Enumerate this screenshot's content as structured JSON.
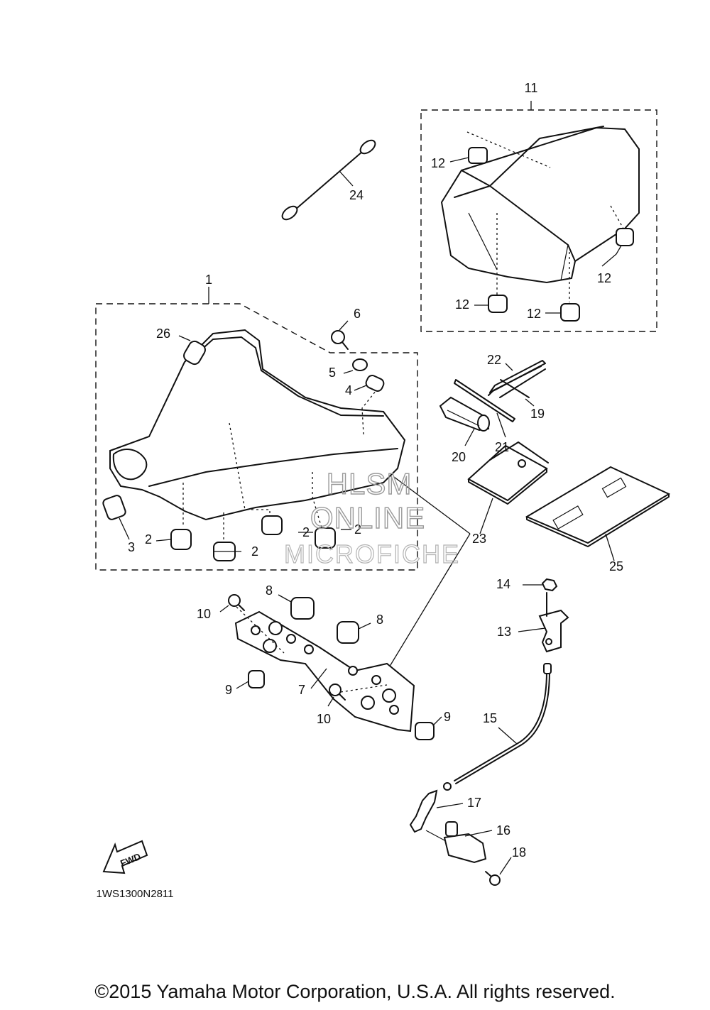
{
  "callouts": {
    "c1": "1",
    "c2a": "2",
    "c2b": "2",
    "c2c": "2",
    "c2d": "2",
    "c3": "3",
    "c4": "4",
    "c5": "5",
    "c6": "6",
    "c7": "7",
    "c8a": "8",
    "c8b": "8",
    "c9a": "9",
    "c9b": "9",
    "c10a": "10",
    "c10b": "10",
    "c11": "11",
    "c12a": "12",
    "c12b": "12",
    "c12c": "12",
    "c12d": "12",
    "c13": "13",
    "c14": "14",
    "c15": "15",
    "c16": "16",
    "c17": "17",
    "c18": "18",
    "c19": "19",
    "c20": "20",
    "c21": "21",
    "c22": "22",
    "c23": "23",
    "c24": "24",
    "c25": "25",
    "c26": "26"
  },
  "watermark": {
    "line1": "HLSM",
    "line2": "ONLINE",
    "line3": "MICROFICHE"
  },
  "fwd_label": "FWD",
  "diagram_code": "1WS1300N2811",
  "copyright": "©2015 Yamaha Motor Corporation, U.S.A. All rights reserved."
}
